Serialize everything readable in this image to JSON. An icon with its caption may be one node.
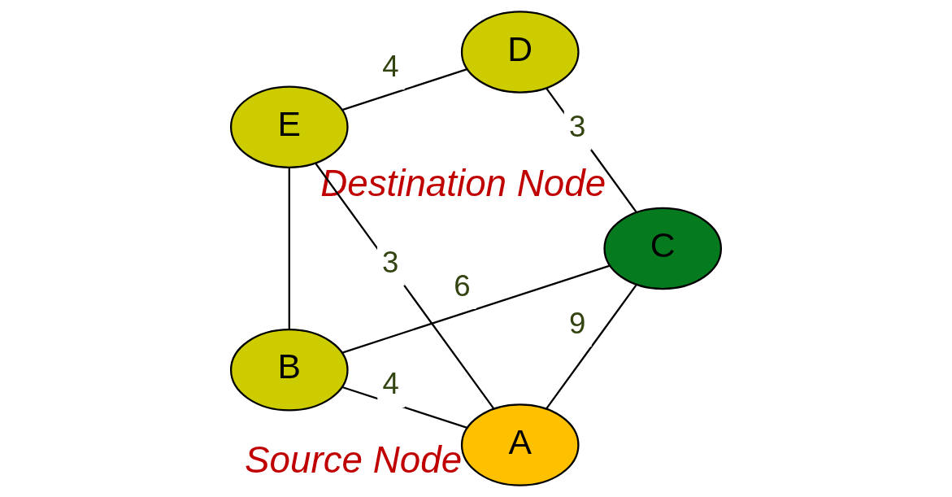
{
  "diagram": {
    "nodes": [
      {
        "text": [
          "A"
        ],
        "beside": [
          "Source Node"
        ]
      },
      {
        "text": [
          "B"
        ]
      },
      {
        "text": [
          "C"
        ],
        "beside": [
          "Destination Node"
        ]
      },
      {
        "text": [
          "D"
        ]
      },
      {
        "text": [
          "E"
        ]
      }
    ],
    "edges": [
      {
        "from": 0,
        "to": 1,
        "arrow": "none",
        "label": "4"
      },
      {
        "from": 1,
        "to": 2,
        "arrow": "none",
        "label": "6"
      },
      {
        "from": 0,
        "to": 2,
        "arrow": "none",
        "label": "9"
      },
      {
        "from": 2,
        "to": 3,
        "arrow": "none",
        "label": "3"
      },
      {
        "from": 4,
        "to": 3,
        "arrow": "none",
        "label": "4"
      },
      {
        "from": 0,
        "to": 4,
        "arrow": "none",
        "label": "3"
      },
      {
        "from": 1,
        "to": 4,
        "arrow": "none"
      }
    ]
  }
}
